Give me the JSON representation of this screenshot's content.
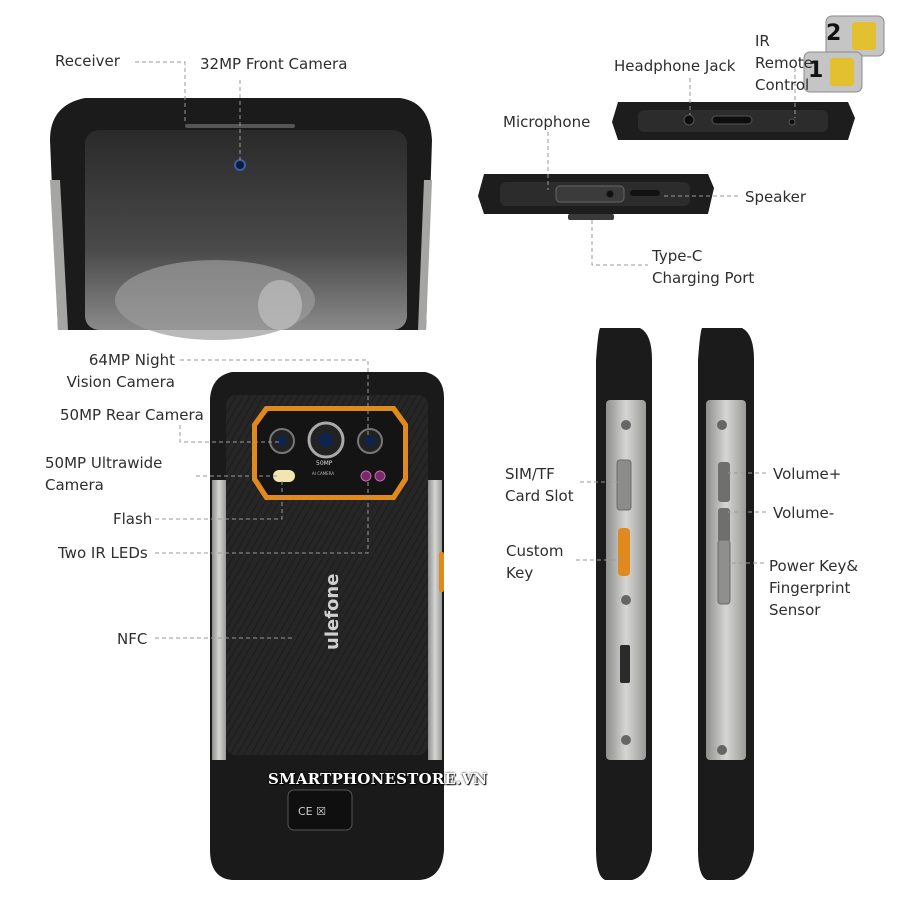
{
  "labels": {
    "receiver": "Receiver",
    "front_camera": "32MP Front Camera",
    "headphone_jack": "Headphone Jack",
    "ir_remote": "IR Remote\nControl",
    "microphone": "Microphone",
    "speaker": "Speaker",
    "type_c": "Type-C\nCharging Port",
    "night_camera": "64MP Night\nVision Camera",
    "rear_camera": "50MP Rear Camera",
    "ultrawide_camera": "50MP Ultrawide\nCamera",
    "flash": "Flash",
    "ir_leds": "Two IR LEDs",
    "nfc": "NFC",
    "sim_slot": "SIM/TF\nCard Slot",
    "custom_key": "Custom\nKey",
    "volume_up": "Volume+",
    "volume_down": "Volume-",
    "power_key": "Power Key&\nFingerprint\nSensor"
  },
  "sim_badges": {
    "sim2": "2",
    "sim1": "1"
  },
  "phone": {
    "brand": "ulefone",
    "camera_text": "50MP",
    "camera_subtext": "AI CAMERA",
    "cert_marks": "CE ☒"
  },
  "watermark": "SMARTPHONESTORE.VN",
  "colors": {
    "body": "#1e1e1e",
    "accent": "#e08a1e",
    "metal": "#b8b8b5",
    "leader": "#9a9a9a"
  }
}
